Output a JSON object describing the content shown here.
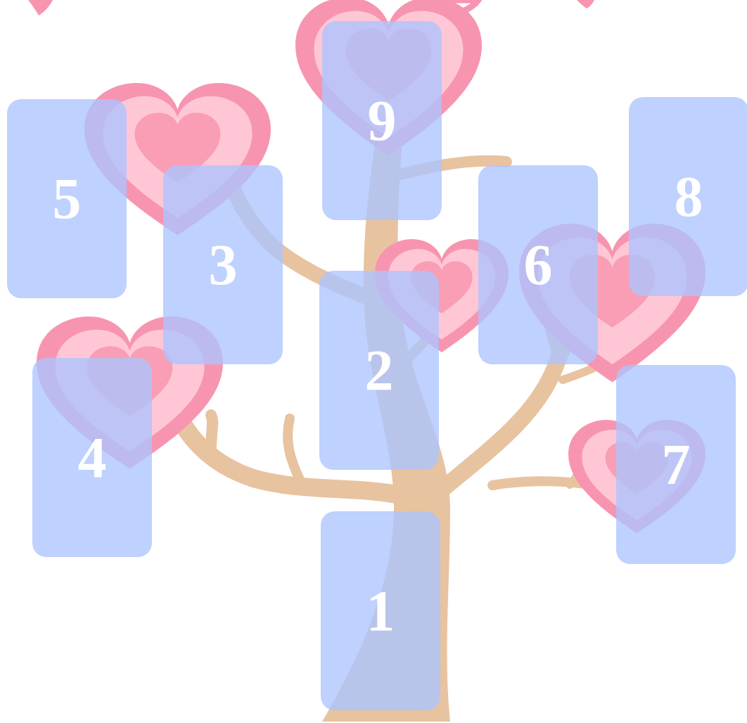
{
  "diagram": {
    "nodes": [
      {
        "text": [
          "1"
        ]
      },
      {
        "text": [
          "2"
        ]
      },
      {
        "text": [
          "3"
        ]
      },
      {
        "text": [
          "4"
        ]
      },
      {
        "text": [
          "5"
        ]
      },
      {
        "text": [
          "6"
        ]
      },
      {
        "text": [
          "7"
        ]
      },
      {
        "text": [
          "8"
        ]
      },
      {
        "text": [
          "9"
        ]
      }
    ]
  }
}
